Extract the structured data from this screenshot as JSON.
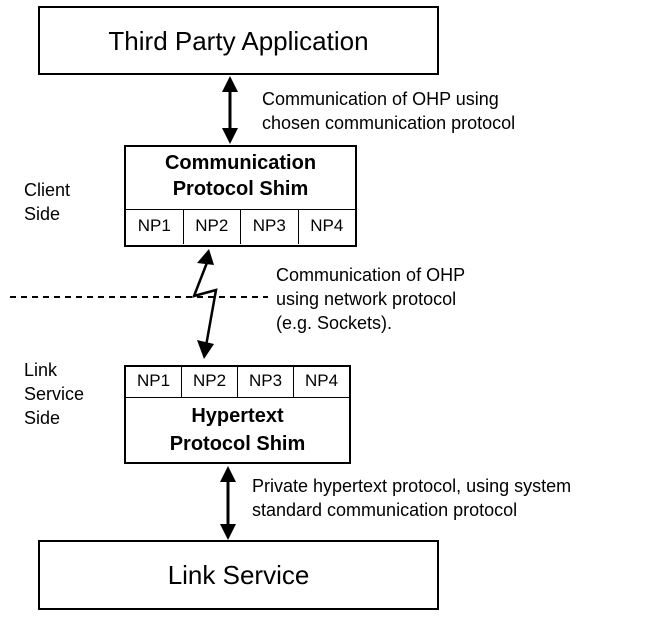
{
  "third_party": {
    "label": "Third Party Application"
  },
  "comm_shim": {
    "line1": "Communication",
    "line2": "Protocol Shim",
    "np": [
      "NP1",
      "NP2",
      "NP3",
      "NP4"
    ]
  },
  "hypertext_shim": {
    "line1": "Hypertext",
    "line2": "Protocol Shim",
    "np": [
      "NP1",
      "NP2",
      "NP3",
      "NP4"
    ]
  },
  "link_service": {
    "label": "Link Service"
  },
  "notes": {
    "top": [
      "Communication of OHP using",
      "chosen communication protocol"
    ],
    "middle": [
      "Communication of OHP",
      "using network protocol",
      "(e.g. Sockets)."
    ],
    "bottom": [
      "Private hypertext protocol, using system",
      "standard communication protocol"
    ]
  },
  "sides": {
    "client": [
      "Client",
      "Side"
    ],
    "link": [
      "Link",
      "Service",
      "Side"
    ]
  }
}
